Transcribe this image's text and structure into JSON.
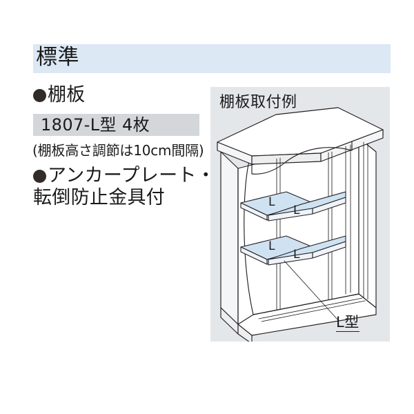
{
  "header": {
    "banner_label": "標準",
    "banner_bg": "#dce8f4"
  },
  "spec": {
    "shelf_heading": "棚板",
    "model_band": {
      "text": "1807-L型 4枚",
      "bg": "#d4d7da"
    },
    "note": "(棚板高さ調節は10cm間隔)",
    "anchor_heading_line1": "アンカープレート・",
    "anchor_heading_line2": "転倒防止金具付"
  },
  "diagram": {
    "title": "棚板取付例",
    "panel_bg": "#e4e7ea",
    "callout_label": "L型",
    "shelf_marks": [
      "L",
      "L",
      "L",
      "L"
    ],
    "shelf_fill": "#cfe2f2"
  }
}
